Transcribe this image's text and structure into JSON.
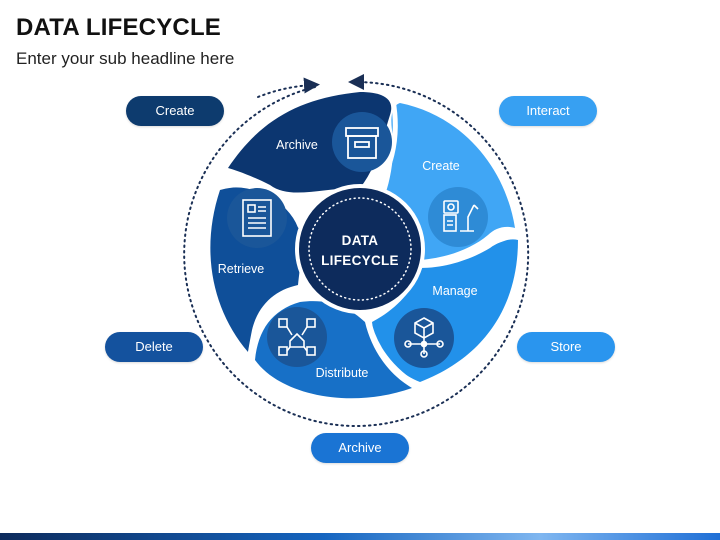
{
  "header": {
    "title": "DATA LIFECYCLE",
    "subtitle": "Enter your sub headline here"
  },
  "center": {
    "line1": "DATA",
    "line2": "LIFECYCLE"
  },
  "segments": [
    {
      "label": "Archive",
      "icon": "archive-box-icon",
      "color": "#0c3670"
    },
    {
      "label": "Create",
      "icon": "machine-robot-icon",
      "color": "#40a6f5"
    },
    {
      "label": "Manage",
      "icon": "cube-network-icon",
      "color": "#2291ea"
    },
    {
      "label": "Distribute",
      "icon": "distribution-network-icon",
      "color": "#1770c7"
    },
    {
      "label": "Retrieve",
      "icon": "document-form-icon",
      "color": "#0f4f99"
    }
  ],
  "pills": {
    "create": {
      "label": "Create",
      "color": "#0d3b6e"
    },
    "interact": {
      "label": "Interact",
      "color": "#37a0f2"
    },
    "store": {
      "label": "Store",
      "color": "#2a95ee"
    },
    "archive": {
      "label": "Archive",
      "color": "#1a74d4"
    },
    "delete": {
      "label": "Delete",
      "color": "#14529e"
    }
  },
  "colors": {
    "center_fill": "#0d2b5c",
    "icon_circle_dark": "#1a5699",
    "icon_circle_light": "#2e8bd6"
  }
}
